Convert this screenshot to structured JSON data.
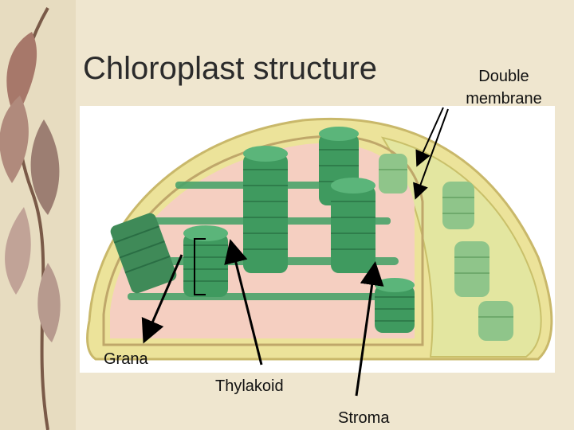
{
  "slide": {
    "title": "Chloroplast structure"
  },
  "labels": {
    "double_membrane_line1": "Double",
    "double_membrane_line2": "membrane",
    "grana": "Grana",
    "thylakoid": "Thylakoid",
    "stroma": "Stroma"
  },
  "colors": {
    "background": "#efe6cf",
    "outer_membrane": "#ece39a",
    "stroma": "#f5cfc1",
    "granum_green": "#3f9a5f",
    "granum_dark": "#2f7d4b",
    "inner_face_green": "#8fc58a"
  }
}
